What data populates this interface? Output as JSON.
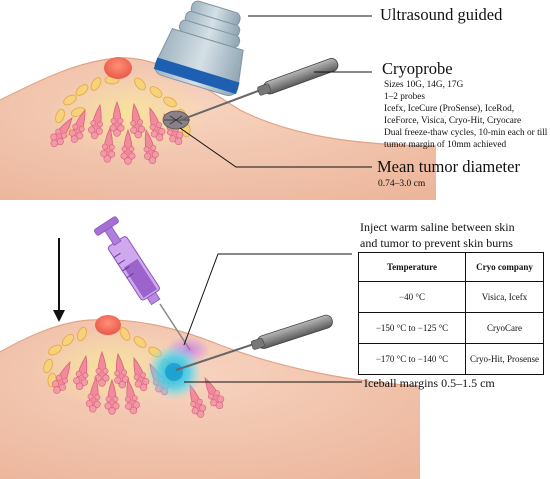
{
  "upper_panel": {
    "ultrasound_label": "Ultrasound guided",
    "cryoprobe_title": "Cryoprobe",
    "cryoprobe_details": [
      "Sizes 10G, 14G, 17G",
      "1–2 probes",
      "Icefx, IceCure (ProSense), IceRod,",
      "IceForce, Visica, Cryo-Hit, Cryocare",
      "Dual freeze-thaw cycles, 10-min each or till",
      "tumor margin of 10mm achieved"
    ],
    "tumor_title": "Mean tumor diameter",
    "tumor_range": "0.74–3.0 cm"
  },
  "lower_panel": {
    "injection_note_line1": "Inject warm saline between skin",
    "injection_note_line2": "and tumor to prevent skin burns",
    "iceball_label": "Iceball margins 0.5–1.5 cm",
    "table": {
      "headers": [
        "Temperature",
        "Cryo company"
      ],
      "rows": [
        [
          "−40 °C",
          "Visica, Icefx"
        ],
        [
          "−150 °C to −125 °C",
          "CryoCare"
        ],
        [
          "−170 °C to −140 °C",
          "Cryo-Hit, Prosense"
        ]
      ]
    }
  },
  "colors": {
    "skin": "#f2c4ac",
    "gland": "#f08a9a",
    "fat": "#f5d98a",
    "nipple": "#f0705a",
    "iceball": "#2ab8d6",
    "probe_band": "#2060b0",
    "syringe": "#a070d0"
  }
}
